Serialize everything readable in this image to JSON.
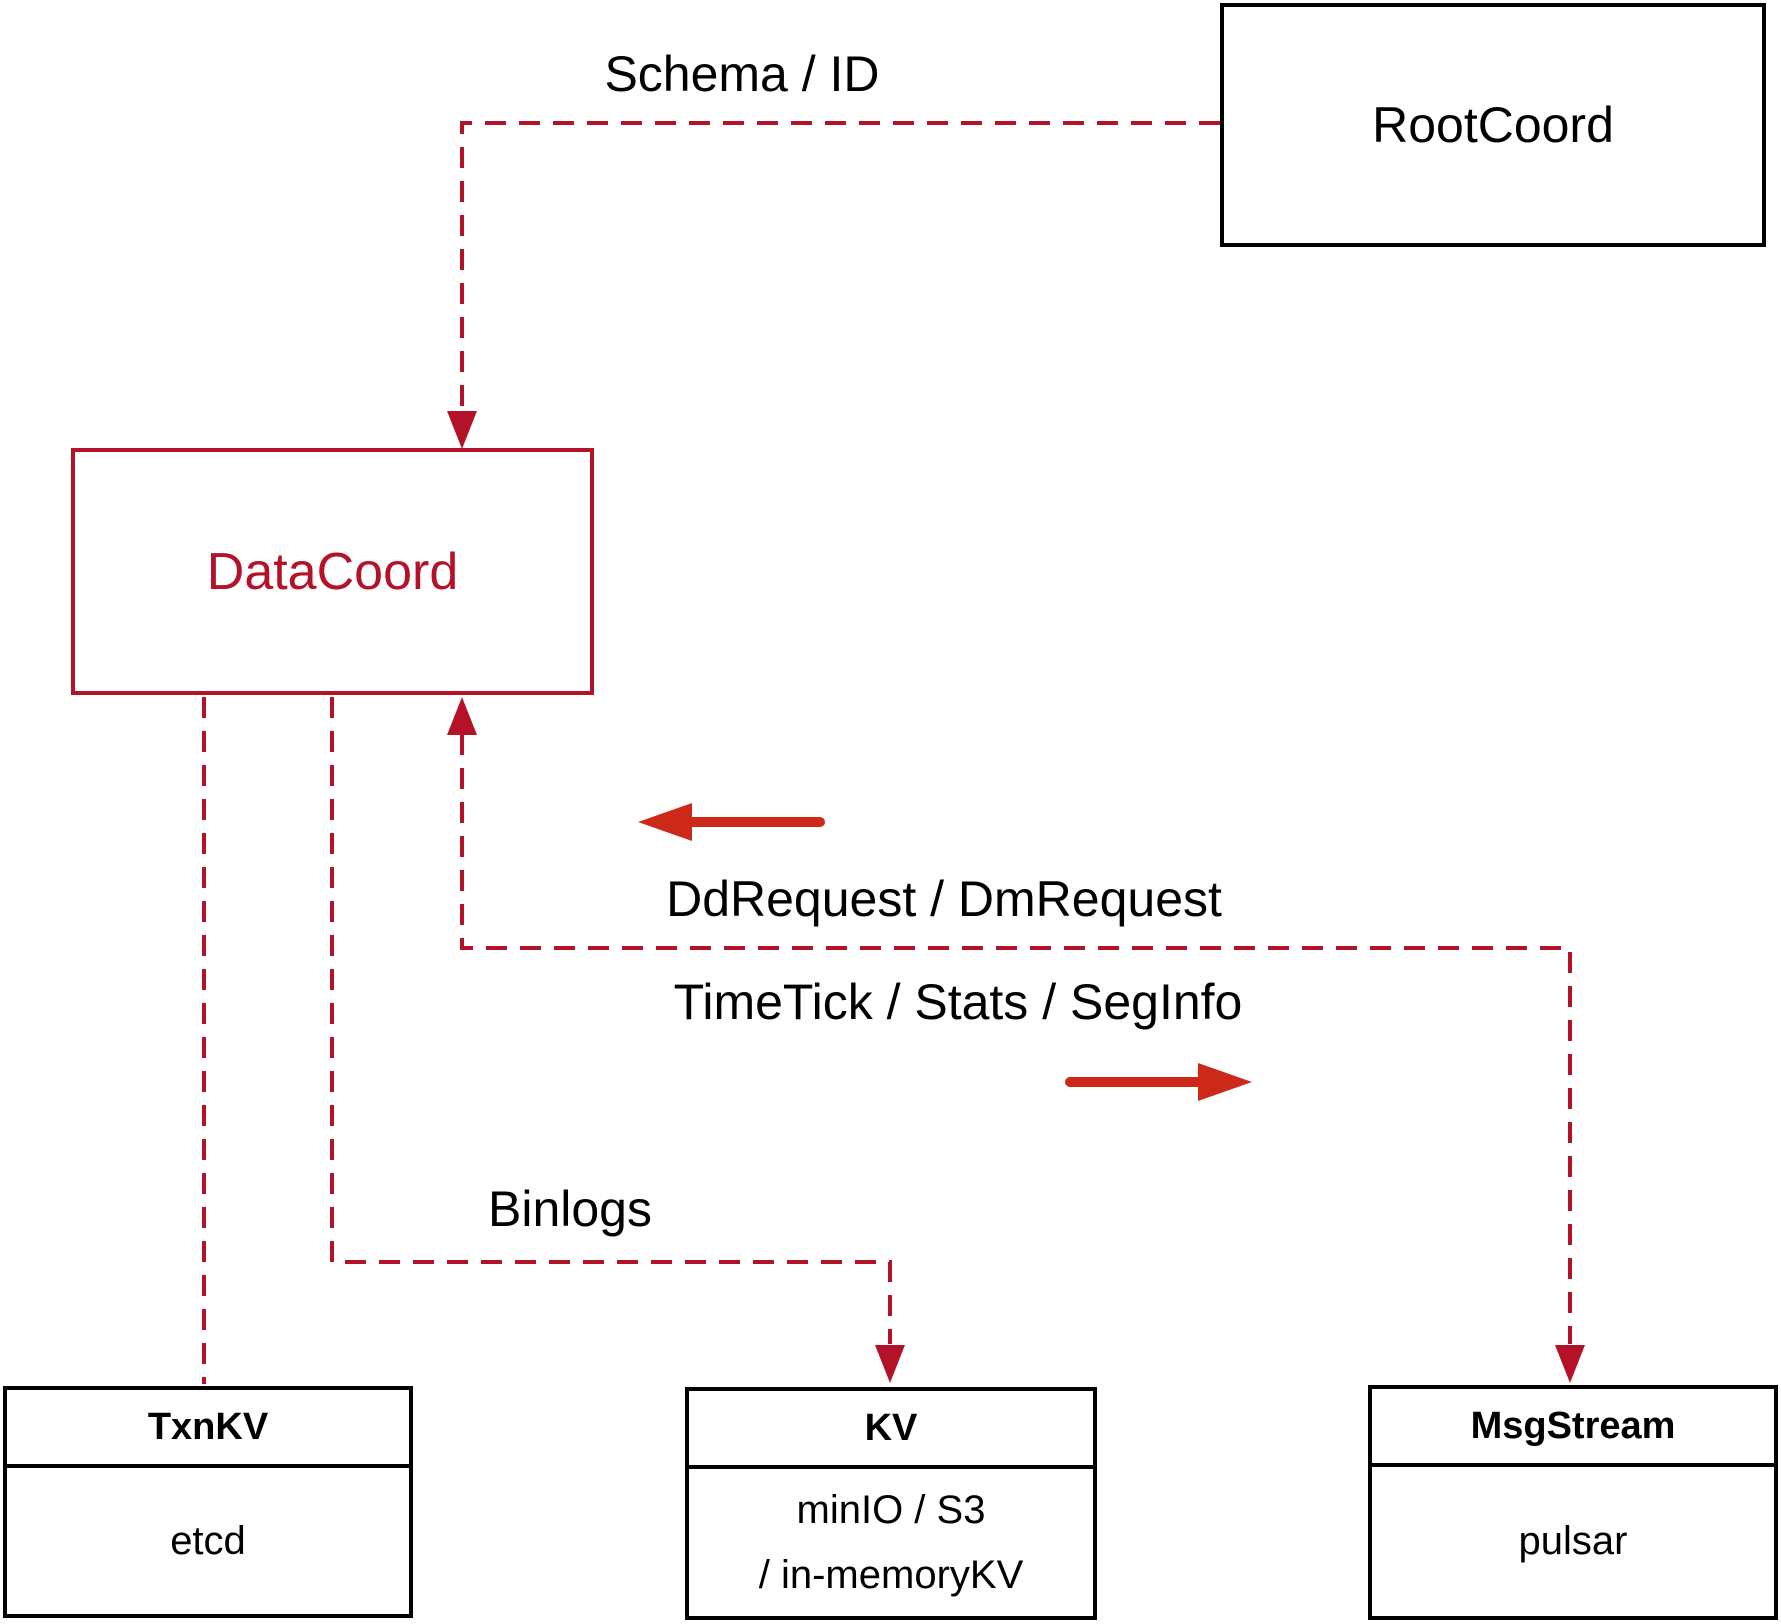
{
  "diagram": {
    "colors": {
      "dashed_red": "#b31229",
      "arrow_red": "#cc2918",
      "ink": "#000000",
      "paper": "#ffffff"
    },
    "nodes": {
      "root_coord": {
        "label": "RootCoord"
      },
      "data_coord": {
        "label": "DataCoord"
      },
      "txn_kv": {
        "title": "TxnKV",
        "body": "etcd"
      },
      "kv": {
        "title": "KV",
        "body_line1": "minIO / S3",
        "body_line2": "/ in-memoryKV"
      },
      "msg_stream": {
        "title": "MsgStream",
        "body": "pulsar"
      }
    },
    "edges": {
      "schema_id": {
        "label": "Schema / ID"
      },
      "dd_request": {
        "label": "DdRequest / DmRequest"
      },
      "time_tick": {
        "label": "TimeTick / Stats / SegInfo"
      },
      "binlogs": {
        "label": "Binlogs"
      }
    }
  }
}
